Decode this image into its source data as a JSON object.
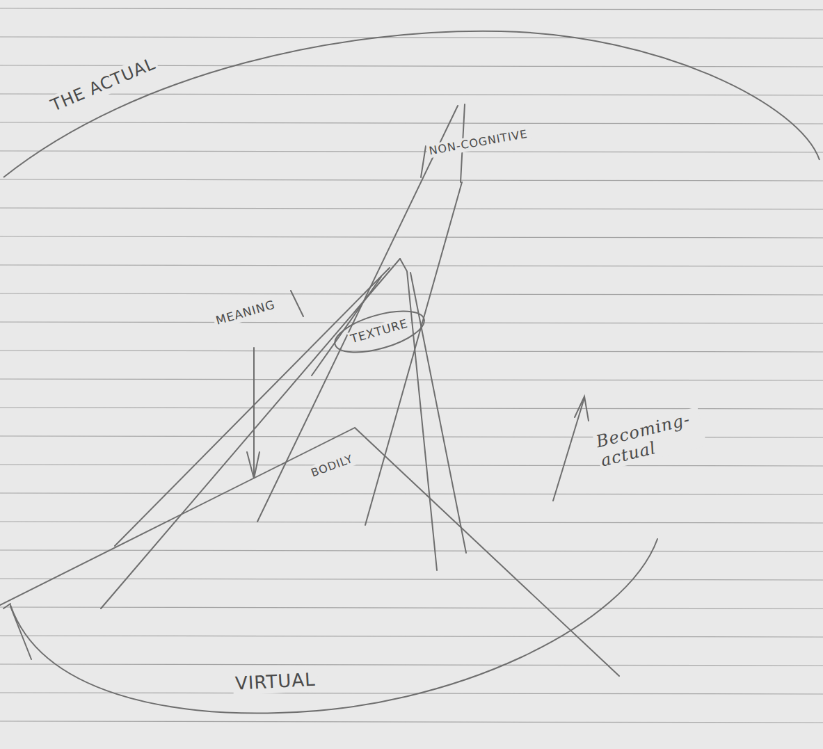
{
  "diagram": {
    "nodes": [
      {
        "text": [
          "THE ACTUAL"
        ]
      },
      {
        "text": [
          "TEXTURE"
        ]
      }
    ],
    "labels": [
      "NON-COGNITIVE",
      "MEANING",
      "BODILY",
      "Becoming- actual",
      "VIRTUAL"
    ]
  }
}
